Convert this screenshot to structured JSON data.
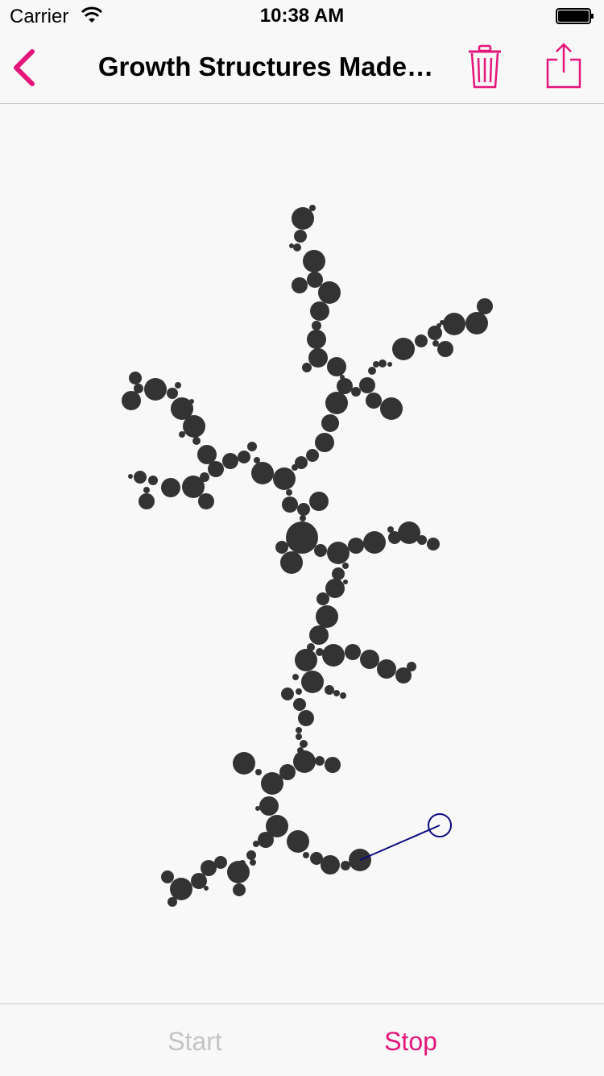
{
  "status_bar": {
    "carrier": "Carrier",
    "time": "10:38 AM"
  },
  "nav": {
    "title": "Growth Structures Made…",
    "back_icon": "chevron-left-icon",
    "trash_icon": "trash-icon",
    "share_icon": "share-icon"
  },
  "toolbar": {
    "start_label": "Start",
    "stop_label": "Stop",
    "start_state": "disabled",
    "stop_state": "enabled"
  },
  "colors": {
    "accent": "#e5157a",
    "disabled": "#c4c4c4",
    "particle": "#333333",
    "walker": "#0a0a80",
    "background": "#f8f8f8"
  }
}
